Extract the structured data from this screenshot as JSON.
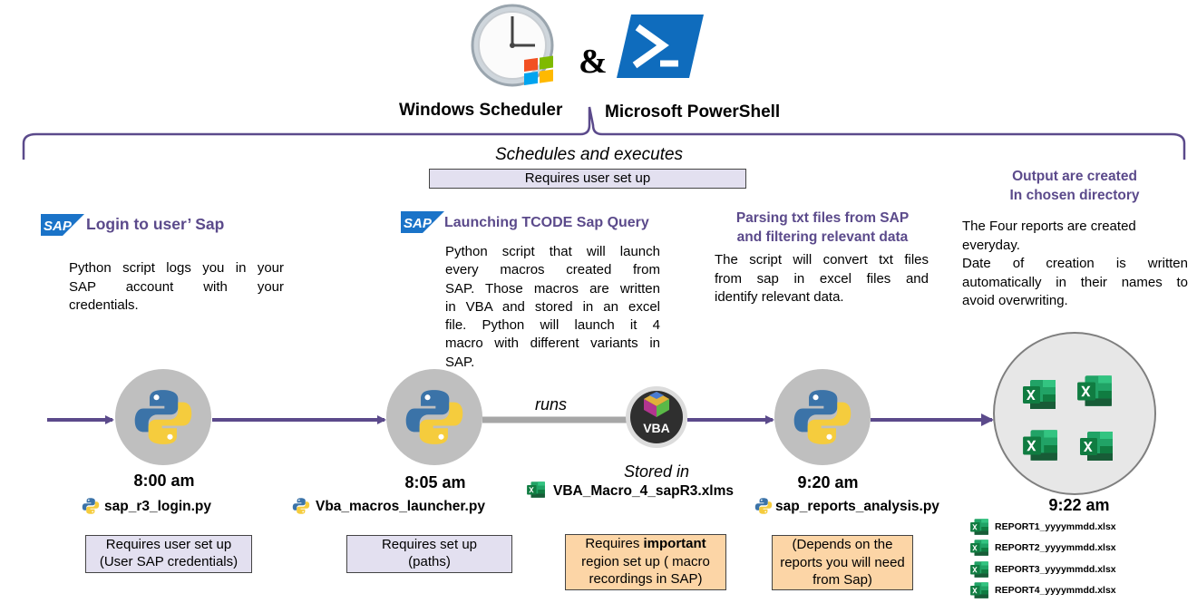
{
  "header": {
    "ampersand": "&",
    "scheduler_label": "Windows Scheduler",
    "powershell_label": "Microsoft PowerShell",
    "schedules_label": "Schedules and executes",
    "top_setup_box": "Requires user set up"
  },
  "step1": {
    "title": "Login to user’ Sap",
    "desc": [
      "Python script logs you in your",
      "SAP account with your",
      "credentials."
    ],
    "time": "8:00 am",
    "file": "sap_r3_login.py",
    "setup": [
      "Requires user set up",
      "(User SAP credentials)"
    ]
  },
  "step2": {
    "title": "Launching TCODE Sap Query",
    "desc": [
      "Python script that will launch",
      "every macros created from",
      "SAP. Those macros are written",
      "in VBA and stored in an excel",
      "file. Python will launch it 4",
      "macro with different variants in",
      "SAP."
    ],
    "time": "8:05 am",
    "file": "Vba_macros_launcher.py",
    "setup": [
      "Requires set up",
      "(paths)"
    ]
  },
  "vba": {
    "runs_label": "runs",
    "badge": "VBA",
    "stored_label": "Stored in",
    "file": "VBA_Macro_4_sapR3.xlms",
    "setup_prefix": "Requires ",
    "setup_bold": "important",
    "setup_rest": [
      "region set up ( macro",
      "recordings in SAP)"
    ]
  },
  "step3": {
    "title": [
      "Parsing txt files from SAP",
      "and filtering relevant data"
    ],
    "desc": [
      "The script will convert txt files",
      "from sap in excel files and",
      "identify relevant data."
    ],
    "time": "9:20 am",
    "file": "sap_reports_analysis.py",
    "setup": [
      "(Depends on the",
      "reports you will need",
      "from Sap)"
    ]
  },
  "step4": {
    "title": [
      "Output are created",
      "In chosen directory"
    ],
    "desc": [
      "The Four reports are created",
      "everyday.",
      "Date of creation is written",
      "automatically in their names to",
      "avoid overwriting."
    ],
    "time": "9:22 am",
    "reports": [
      "REPORT1_yyyymmdd.xlsx",
      "REPORT2_yyyymmdd.xlsx",
      "REPORT3_yyyymmdd.xlsx",
      "REPORT4_yyyymmdd.xlsx"
    ]
  },
  "colors": {
    "arrow": "#5b4a8b",
    "title_purple": "#5b4a8b",
    "purple_box": "#e3e0f0",
    "orange_box": "#fcd5a6",
    "circle": "#bfbfbf",
    "python_blue": "#3b73a8",
    "python_yellow": "#f5cc3d",
    "excel_green": "#1e7145",
    "powershell_blue": "#0f6cbd",
    "sap_blue": "#1a73c8"
  },
  "icons": [
    "clock-windows-icon",
    "powershell-icon",
    "sap-logo",
    "python-icon",
    "vba-icon",
    "excel-icon"
  ]
}
